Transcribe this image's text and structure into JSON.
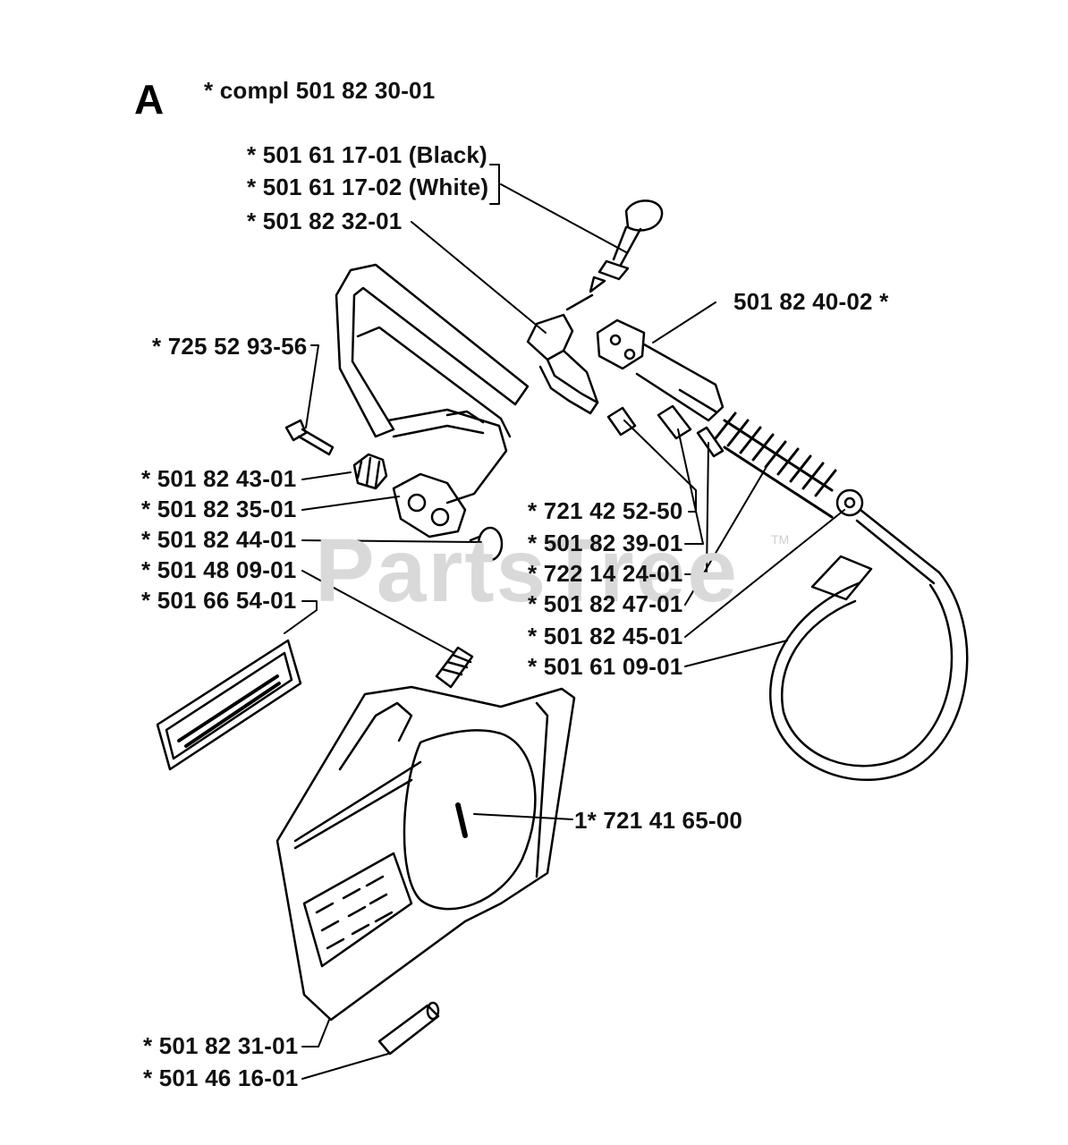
{
  "diagram": {
    "section_letter": "A",
    "assembly_label": "*  compl 501 82 30-01",
    "watermark": "PartsTree",
    "watermark_tm": "TM",
    "callouts": {
      "knob_black": "*  501 61 17-01 (Black)",
      "knob_white": "*  501 61 17-02 (White)",
      "lever": "*  501 82 32-01",
      "rod": "501 82 40-02  *",
      "screw_top": "*  725 52 93-56",
      "gear": "*  501 82 43-01",
      "plate": "*  501 82 35-01",
      "washer": "*  501 82 44-01",
      "spring_small": "*  501 48 09-01",
      "decal": "*  501 66 54-01",
      "pin_a": "*  721 42 52-50",
      "pin_b": "*  501 82 39-01",
      "pin_c": "*  722 14 24-01",
      "spring_big": "*  501 82 47-01",
      "link": "*  501 82 45-01",
      "band": "*  501 61 09-01",
      "bolt": "1*  721 41 65-00",
      "cover": "*  501 82 31-01",
      "cap": "*  501 46 16-01"
    }
  }
}
